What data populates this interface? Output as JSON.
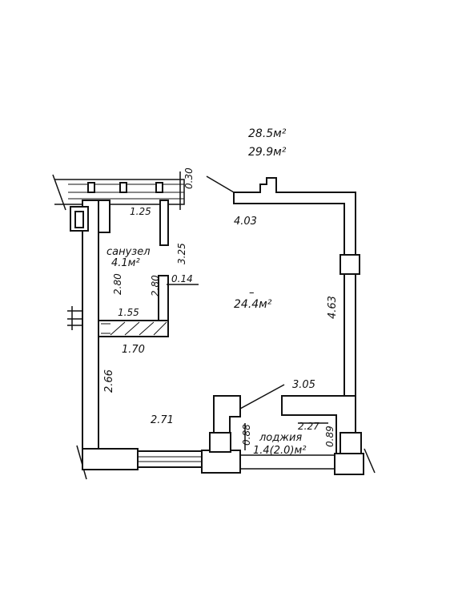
{
  "plan": {
    "areas": {
      "total": "28.5м²",
      "total_with_loggia": "29.9м²",
      "main_room": "24.4м²",
      "bathroom_name": "санузел",
      "bathroom_area": "4.1м²",
      "loggia_name": "лоджия",
      "loggia_area": "1.4(2.0)м²",
      "room_dash": "–"
    },
    "dimensions": {
      "d030": "0.30",
      "d125": "1.25",
      "d403": "4.03",
      "d325": "3.25",
      "d280a": "2.80",
      "d280b": "2.80",
      "d014": "0.14",
      "d155": "1.55",
      "d170": "1.70",
      "d463": "4.63",
      "d266": "2.66",
      "d305": "3.05",
      "d271": "2.71",
      "d227": "2.27",
      "d088": "0.88",
      "d089": "0.89"
    }
  }
}
